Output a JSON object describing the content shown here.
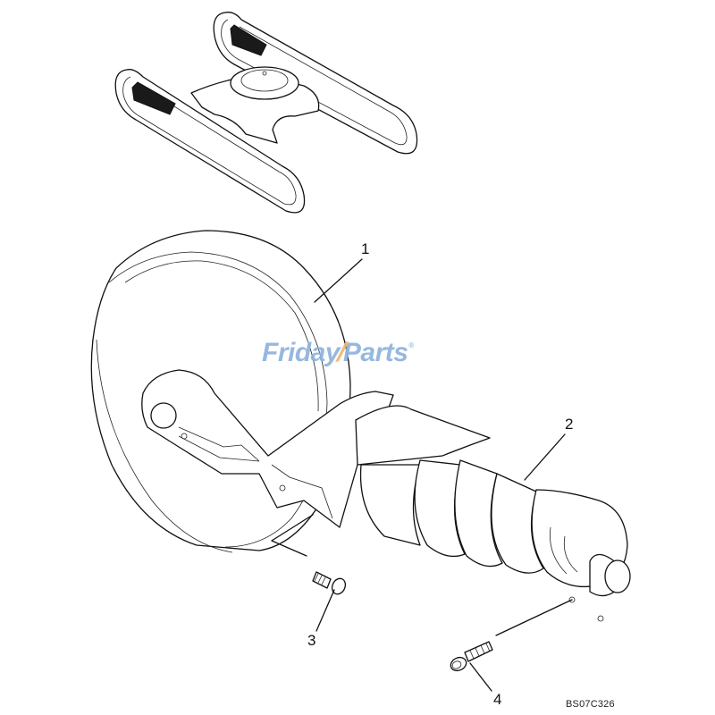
{
  "diagram": {
    "type": "exploded-parts-diagram",
    "subject": "Track idler and recoil spring assembly",
    "drawing_code": "BS07C326",
    "watermark": {
      "left": "Friday",
      "slash": "/",
      "right": "Parts",
      "registered": "®",
      "colors": {
        "text": "#8fb3dc",
        "slash": "#f6b56b"
      }
    },
    "callouts": [
      {
        "number": "1",
        "part": "idler wheel"
      },
      {
        "number": "2",
        "part": "recoil spring / tensioner"
      },
      {
        "number": "3",
        "part": "bolt"
      },
      {
        "number": "4",
        "part": "bolt"
      }
    ],
    "components": [
      "track frame overview (top inset)",
      "idler wheel",
      "idler yoke / bracket",
      "recoil spring cylinder",
      "bolt (3)",
      "flanged bolt (4)"
    ]
  }
}
